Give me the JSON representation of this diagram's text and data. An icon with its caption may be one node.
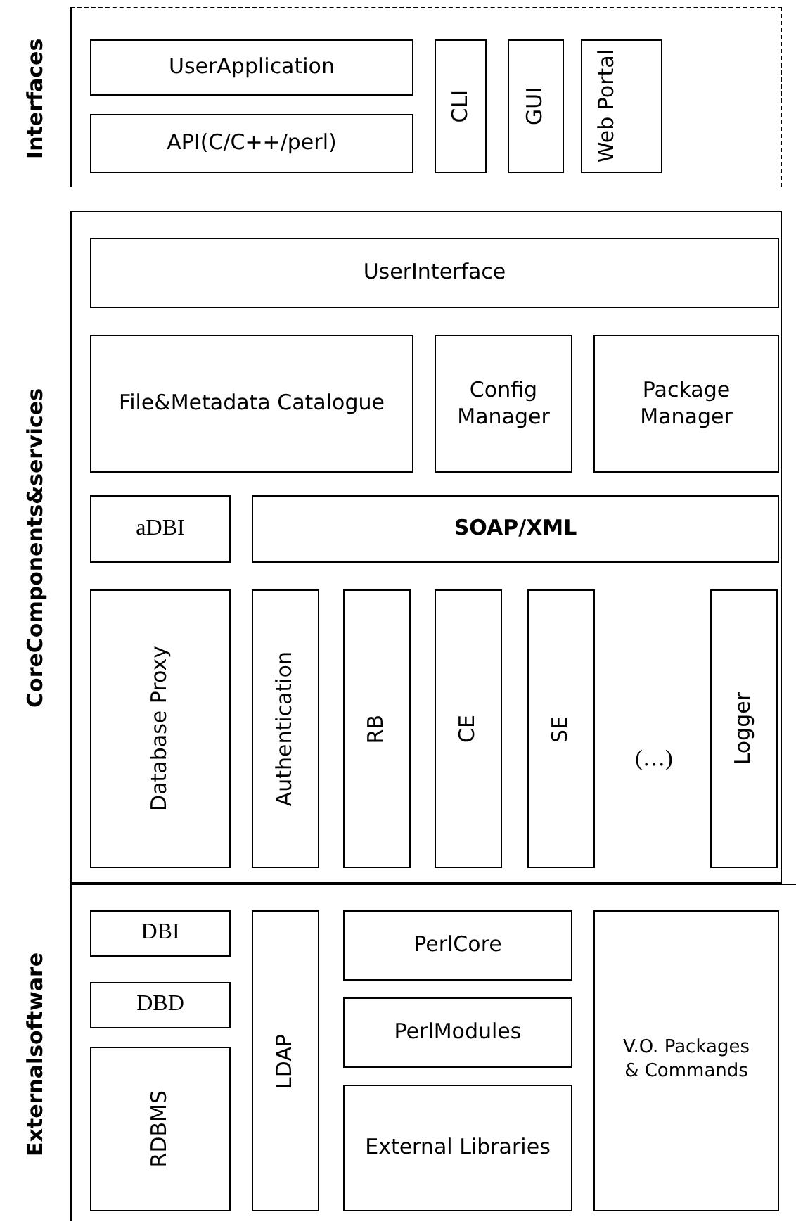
{
  "diagram": {
    "nodes": [
      {
        "text": [
          "Interfaces"
        ]
      },
      {
        "text": [
          "UserApplication"
        ],
        "in": 0
      },
      {
        "text": [
          "API(C/C++/perl)"
        ],
        "in": 0
      },
      {
        "text": [
          "CLI"
        ],
        "in": 0
      },
      {
        "text": [
          "GUI"
        ],
        "in": 0
      },
      {
        "text": [
          "Web Portal"
        ],
        "in": 0
      },
      {
        "text": [
          "CoreComponents&services"
        ]
      },
      {
        "text": [
          "UserInterface"
        ],
        "in": 6
      },
      {
        "text": [
          "File&Metadata Catalogue"
        ],
        "in": 6
      },
      {
        "text": [
          "Config Manager"
        ],
        "in": 6
      },
      {
        "text": [
          "Package Manager"
        ],
        "in": 6
      },
      {
        "text": [
          "aDBI"
        ],
        "in": 6
      },
      {
        "text": [
          "SOAP/XML"
        ],
        "in": 6
      },
      {
        "text": [
          "Database Proxy"
        ],
        "in": 6
      },
      {
        "text": [
          "Authentication"
        ],
        "in": 6
      },
      {
        "text": [
          "RB"
        ],
        "in": 6
      },
      {
        "text": [
          "CE"
        ],
        "in": 6
      },
      {
        "text": [
          "SE"
        ],
        "in": 6
      },
      {
        "text": [
          "Logger"
        ],
        "in": 6
      },
      {
        "text": [
          "Externalsoftware"
        ]
      },
      {
        "text": [
          "DBI"
        ],
        "in": 19
      },
      {
        "text": [
          "DBD"
        ],
        "in": 19
      },
      {
        "text": [
          "RDBMS"
        ],
        "in": 19
      },
      {
        "text": [
          "LDAP"
        ],
        "in": 19
      },
      {
        "text": [
          "PerlCore"
        ],
        "in": 19
      },
      {
        "text": [
          "PerlModules"
        ],
        "in": 19
      },
      {
        "text": [
          "External Libraries"
        ],
        "in": 19
      },
      {
        "text": [
          "V.O. Packages & Commands"
        ],
        "in": 19
      }
    ],
    "labels": [
      "(…)"
    ]
  }
}
